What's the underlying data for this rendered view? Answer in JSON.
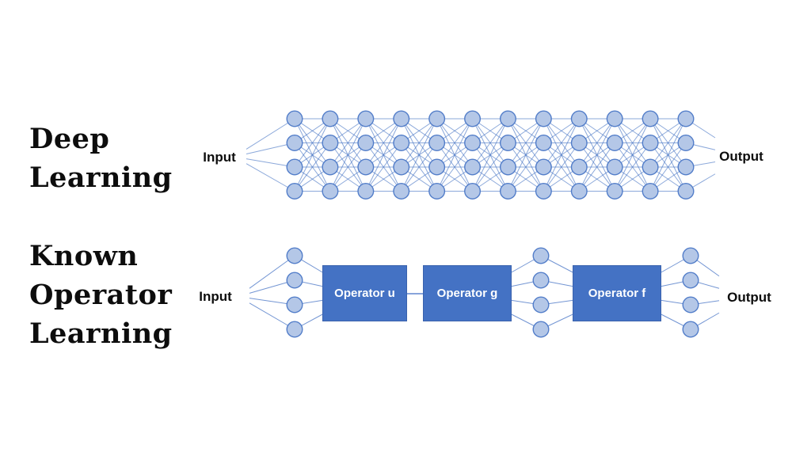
{
  "titles": {
    "deep_learning": "Deep\nLearning",
    "known_operator_learning": "Known\nOperator\nLearning"
  },
  "top_diagram": {
    "name": "deep neural network, fully connected",
    "input_label": "Input",
    "output_label": "Output",
    "layers": 12,
    "nodes_per_layer": 4
  },
  "bottom_diagram": {
    "name": "known operator learning pipeline",
    "input_label": "Input",
    "output_label": "Output",
    "node_groups": 3,
    "nodes_per_group": 4,
    "operators": [
      {
        "label": "Operator u"
      },
      {
        "label": "Operator g"
      },
      {
        "label": "Operator f"
      }
    ]
  },
  "colors": {
    "background": "#ffffff",
    "title_text": "#0d0d0d",
    "node_fill": "#b4c7e7",
    "node_stroke": "#4472c4",
    "edge_line": "#4472c4",
    "box_fill": "#4472c4",
    "box_border": "#3a62ad",
    "box_text": "#ffffff"
  }
}
